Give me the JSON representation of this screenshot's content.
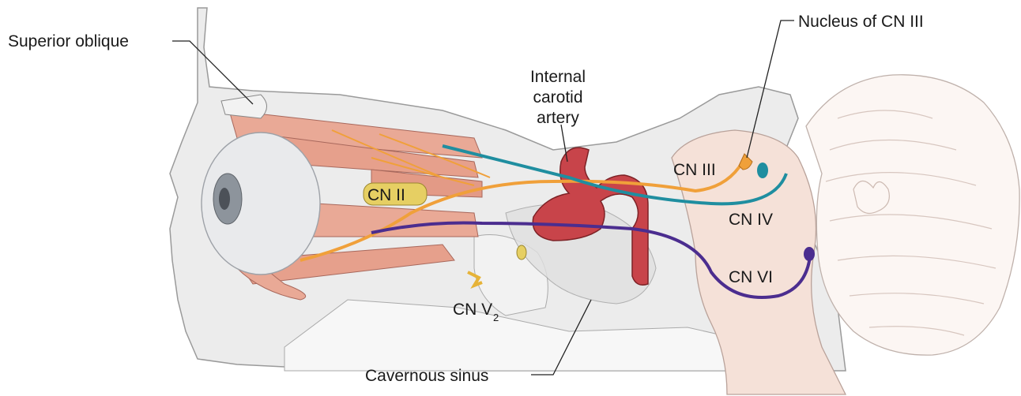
{
  "labels": {
    "superior_oblique": "Superior oblique",
    "nucleus_cn3": "Nucleus of CN III",
    "internal_carotid_1": "Internal",
    "internal_carotid_2": "carotid",
    "internal_carotid_3": "artery",
    "cn2": "CN II",
    "cn3": "CN III",
    "cn4": "CN IV",
    "cn6": "CN VI",
    "cn5_main": "CN V",
    "cn5_sub": "2",
    "cavernous_sinus": "Cavernous sinus"
  },
  "colors": {
    "muscle": "#e9a996",
    "bone": "#ececec",
    "brainstem": "#f5e1d8",
    "artery": "#c8444a",
    "cn3_orange": "#f0a03a",
    "cn4_teal": "#1f8ea0",
    "cn6_purple": "#4b2d8f",
    "cn2_yellow": "#e6cf63",
    "eye": "#e9eaec"
  }
}
